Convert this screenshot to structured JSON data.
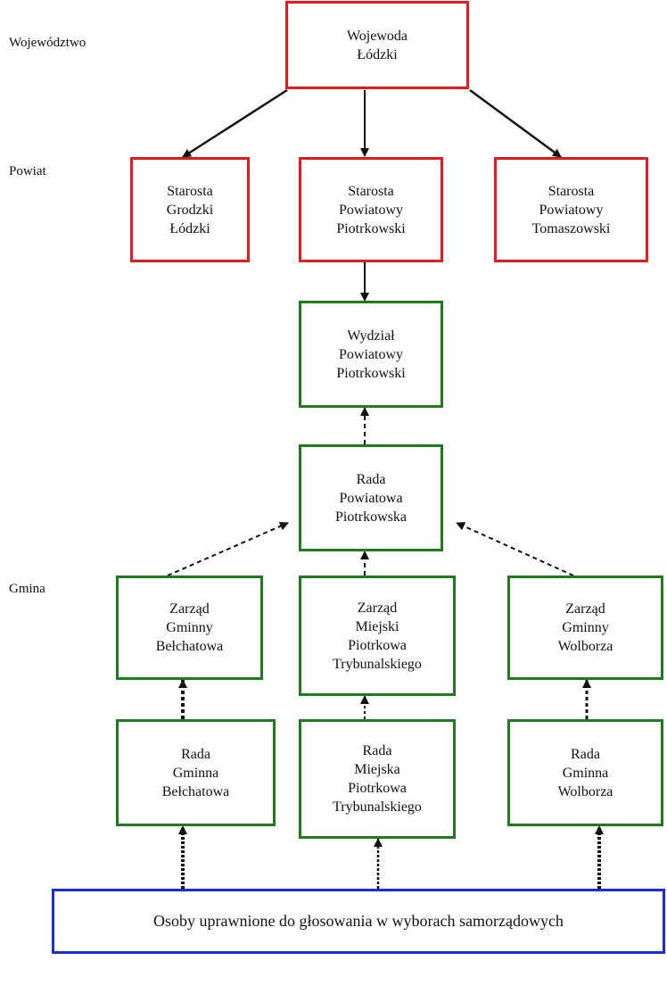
{
  "levels": {
    "wojewodztwo": "Województwo",
    "powiat": "Powiat",
    "gmina": "Gmina"
  },
  "nodes": {
    "wojewoda": [
      "Wojewoda",
      "Łódzki"
    ],
    "starosta_lodzki": [
      "Starosta",
      "Grodzki",
      "Łódzki"
    ],
    "starosta_piotrkowski": [
      "Starosta",
      "Powiatowy",
      "Piotrkowski"
    ],
    "starosta_tomaszowski": [
      "Starosta",
      "Powiatowy",
      "Tomaszowski"
    ],
    "wydzial_piotrkowski": [
      "Wydział",
      "Powiatowy",
      "Piotrkowski"
    ],
    "rada_powiatowa": [
      "Rada",
      "Powiatowa",
      "Piotrkowska"
    ],
    "zarzad_belchatowa": [
      "Zarząd",
      "Gminny",
      "Bełchatowa"
    ],
    "zarzad_piotrkowa": [
      "Zarząd",
      "Miejski",
      "Piotrkowa",
      "Trybunalskiego"
    ],
    "zarzad_wolborza": [
      "Zarząd",
      "Gminny",
      "Wolborza"
    ],
    "rada_belchatowa": [
      "Rada",
      "Gminna",
      "Bełchatowa"
    ],
    "rada_piotrkowa": [
      "Rada",
      "Miejska",
      "Piotrkowa",
      "Trybunalskiego"
    ],
    "rada_wolborza": [
      "Rada",
      "Gminna",
      "Wolborza"
    ]
  },
  "voters": "Osoby uprawnione do głosowania w wyborach samorządowych",
  "colors": {
    "state": "#e31b23",
    "self_government": "#1f7a1f",
    "voters": "#1a2ed8",
    "arrow": "#111111"
  }
}
